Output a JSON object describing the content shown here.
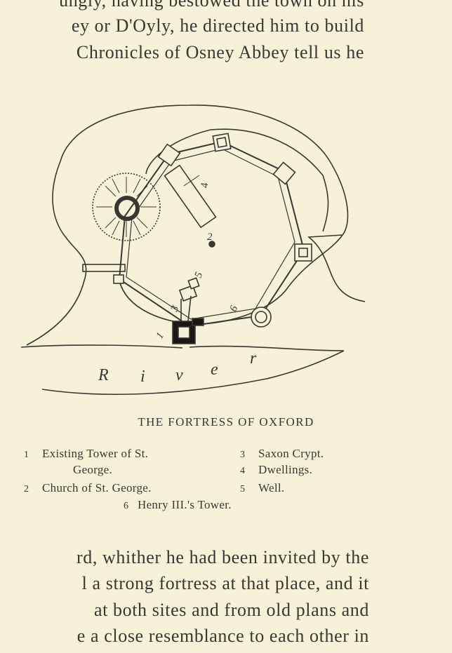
{
  "body_text_top": [
    "ungly, having bestowed the town on his",
    "ey or D'Oyly, he directed him to build",
    "Chronicles of Osney Abbey tell us he"
  ],
  "figure": {
    "caption": "THE FORTRESS OF OXFORD",
    "river_label": [
      "R",
      "i",
      "v",
      "e",
      "r"
    ],
    "plan_numbers": [
      "1",
      "2",
      "3",
      "4",
      "5",
      "6"
    ],
    "legend": [
      {
        "num": "1",
        "text": "Existing Tower of St.",
        "cont": "George."
      },
      {
        "num": "2",
        "text": "Church of St. George."
      },
      {
        "num": "3",
        "text": "Saxon Crypt."
      },
      {
        "num": "4",
        "text": "Dwellings."
      },
      {
        "num": "5",
        "text": "Well."
      },
      {
        "num": "6",
        "text": "Henry III.'s Tower."
      }
    ]
  },
  "body_text_bottom": [
    "rd, whither he had been invited by the",
    "l a strong fortress at that place, and it",
    "at both sites and from old plans and",
    "e a close resemblance to each other in"
  ]
}
